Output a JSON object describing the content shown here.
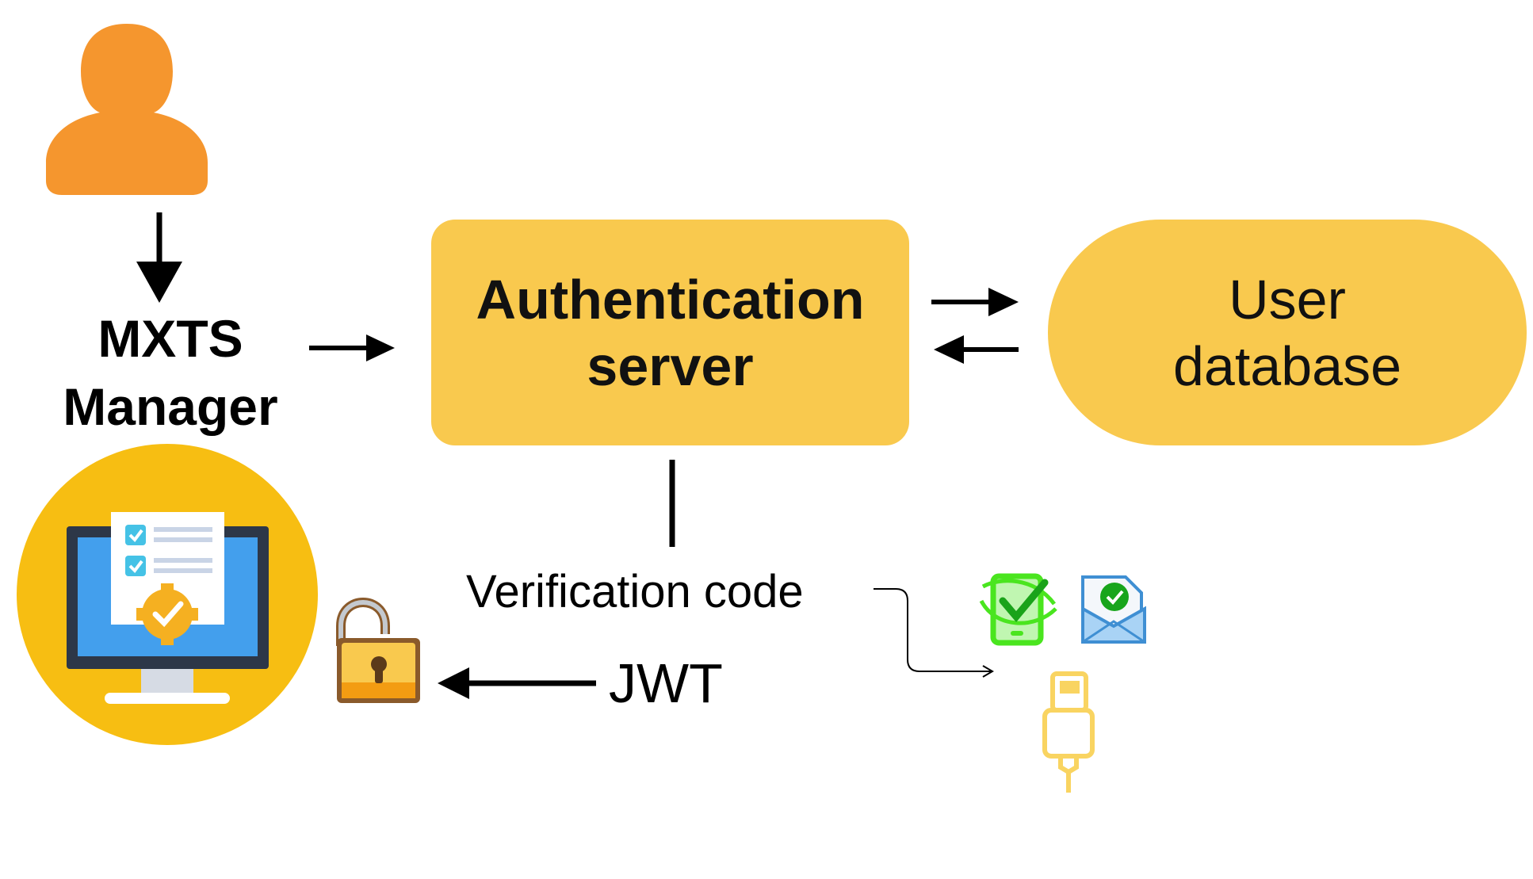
{
  "diagram": {
    "actor": {
      "label_line1": "MXTS",
      "label_line2": "Manager"
    },
    "auth_server": {
      "label_line1": "Authentication",
      "label_line2": "server"
    },
    "user_database": {
      "label_line1": "User",
      "label_line2": "database"
    },
    "verification_label": "Verification code",
    "jwt_label": "JWT"
  },
  "colors": {
    "node_fill": "#f9c94e",
    "user_icon": "#f5962e",
    "computer_badge": "#f7be12",
    "phone_green": "#4ae51f",
    "mail_blue": "#3f8fd3",
    "usb_yellow": "#f9d461"
  },
  "icons": [
    "user-icon",
    "computer-checklist-icon",
    "padlock-open-icon",
    "phone-check-icon",
    "mail-check-icon",
    "usb-key-icon"
  ]
}
